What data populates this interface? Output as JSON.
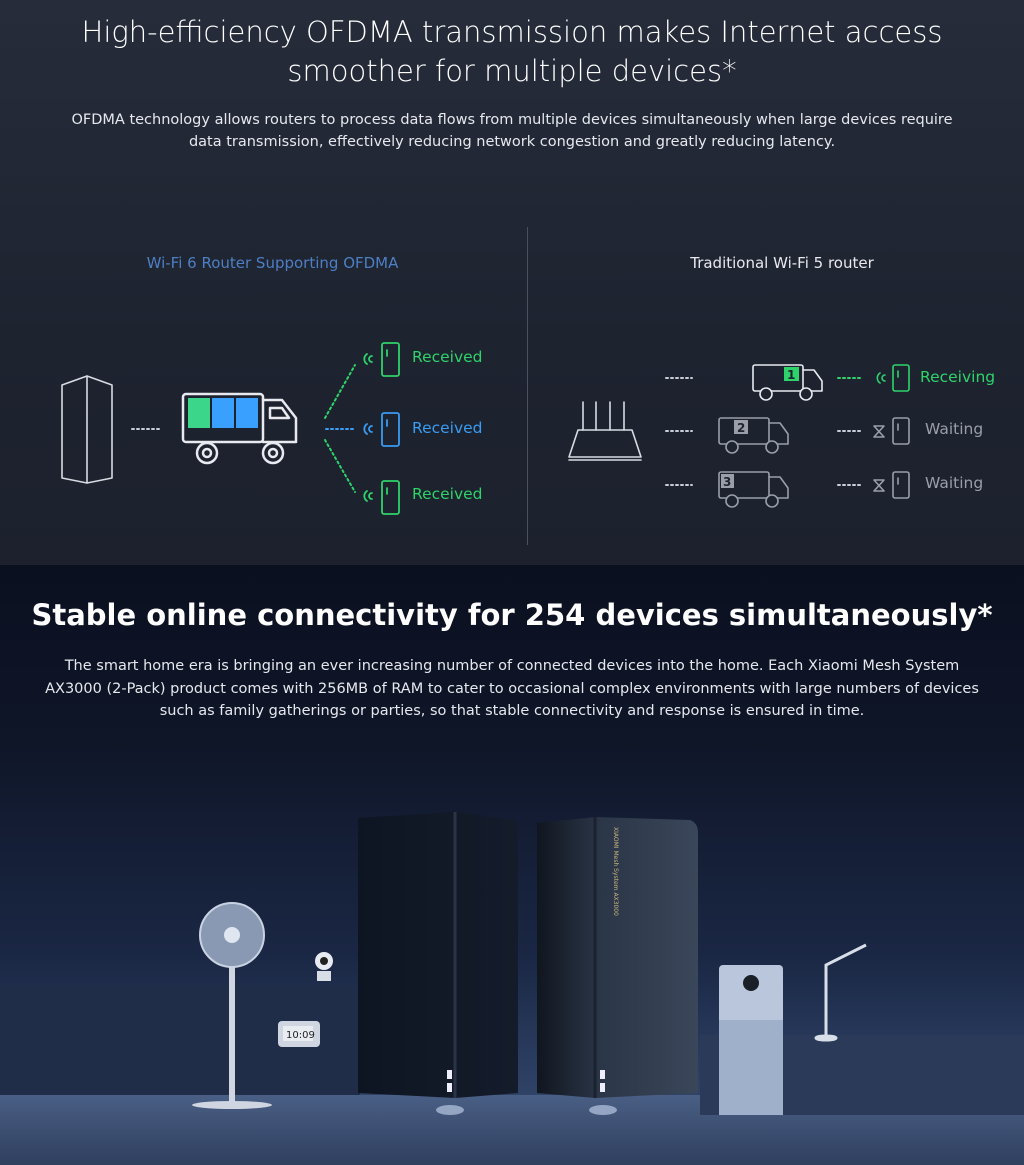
{
  "ofdma": {
    "title_line1": "High-efficiency OFDMA transmission makes Internet access",
    "title_line2": "smoother for multiple devices*",
    "description": "OFDMA technology allows routers to process data flows from multiple devices simultaneously when large devices require data transmission, effectively reducing network congestion and greatly reducing latency.",
    "left": {
      "label": "Wi-Fi 6 Router Supporting OFDMA",
      "statuses": [
        "Received",
        "Received",
        "Received"
      ]
    },
    "right": {
      "label": "Traditional Wi-Fi 5 router",
      "trucks": [
        "1",
        "2",
        "3"
      ],
      "statuses": [
        "Receiving",
        "Waiting",
        "Waiting"
      ]
    },
    "colors": {
      "green": "#2ed36a",
      "blue": "#3a9cf2",
      "label_blue": "#4d7fc4",
      "gray": "#9a9ea8"
    }
  },
  "connectivity": {
    "title": "Stable online connectivity for 254 devices simultaneously*",
    "description": "The smart home era is bringing an ever increasing number of connected devices into the home. Each Xiaomi Mesh System AX3000 (2-Pack) product comes with 256MB of RAM to cater to occasional complex environments with large numbers of devices such as family gatherings or parties, so that stable connectivity and response is ensured in time.",
    "product_label": "XIAOMI Mesh System AX3000",
    "clock_time": "10:09"
  }
}
